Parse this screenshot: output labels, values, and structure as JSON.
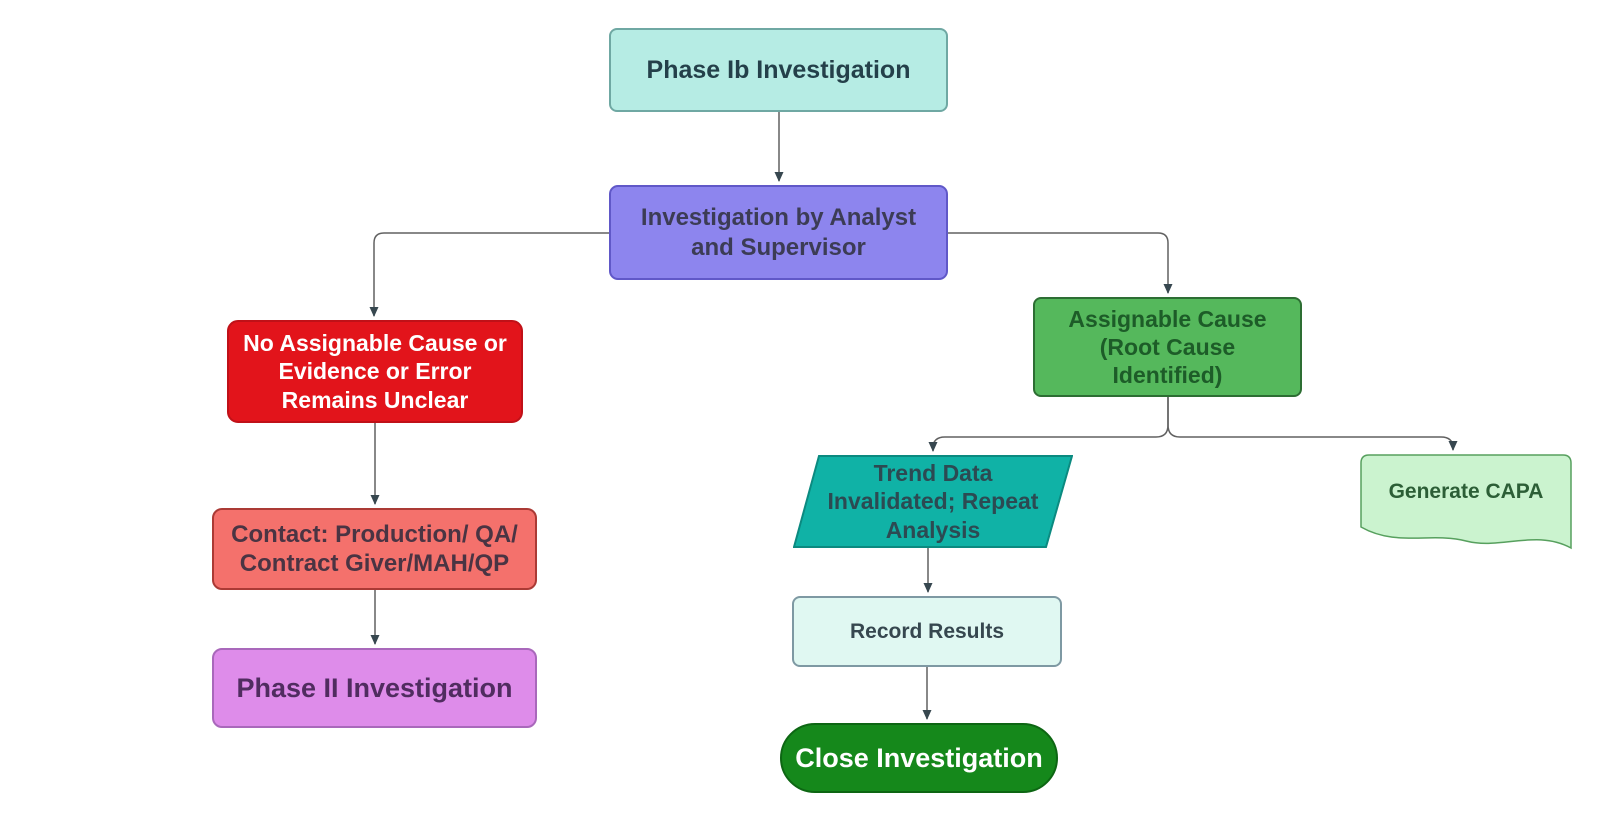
{
  "diagram": {
    "type": "flowchart",
    "background": "#ffffff",
    "connector_color": "#616161",
    "arrowhead_color": "#37474f",
    "nodes": {
      "phase_ib": {
        "label": "Phase Ib Investigation",
        "shape": "rectangle",
        "fill": "#b6ece4",
        "border": "#6fa8a3",
        "text": "#24404a"
      },
      "investigation": {
        "label": "Investigation by Analyst and Supervisor",
        "shape": "rectangle",
        "fill": "#8d85ee",
        "border": "#6058c8",
        "text": "#3c3c55"
      },
      "no_cause": {
        "label": "No Assignable Cause or Evidence or Error Remains Unclear",
        "shape": "rectangle",
        "fill": "#e2141b",
        "border": "#c01118",
        "text": "#ffffff"
      },
      "contact": {
        "label": "Contact: Production/ QA/ Contract Giver/MAH/QP",
        "shape": "rectangle",
        "fill": "#f4716c",
        "border": "#ab3a35",
        "text": "#4a3443"
      },
      "phase_ii": {
        "label": "Phase II Investigation",
        "shape": "rectangle",
        "fill": "#de8cea",
        "border": "#a968bb",
        "text": "#502c60"
      },
      "assignable": {
        "label": "Assignable Cause (Root Cause Identified)",
        "shape": "rectangle",
        "fill": "#55b85c",
        "border": "#2d6e33",
        "text": "#1d5c28"
      },
      "trend": {
        "label": "Trend Data Invalidated; Repeat Analysis",
        "shape": "parallelogram",
        "fill": "#10b2a6",
        "border": "#0b8a80",
        "text": "#2c4a52"
      },
      "capa": {
        "label": "Generate CAPA",
        "shape": "document",
        "fill": "#cbf3cf",
        "border": "#57a05e",
        "text": "#2c5e36"
      },
      "record": {
        "label": "Record Results",
        "shape": "rectangle",
        "fill": "#e0f8f2",
        "border": "#7e99a3",
        "text": "#36474f"
      },
      "close": {
        "label": "Close Investigation",
        "shape": "stadium",
        "fill": "#15881b",
        "border": "#0d6613",
        "text": "#ffffff"
      }
    },
    "edges": [
      {
        "from": "phase_ib",
        "to": "investigation"
      },
      {
        "from": "investigation",
        "to": "no_cause"
      },
      {
        "from": "investigation",
        "to": "assignable"
      },
      {
        "from": "no_cause",
        "to": "contact"
      },
      {
        "from": "contact",
        "to": "phase_ii"
      },
      {
        "from": "assignable",
        "to": "trend"
      },
      {
        "from": "assignable",
        "to": "capa"
      },
      {
        "from": "trend",
        "to": "record"
      },
      {
        "from": "record",
        "to": "close"
      }
    ]
  }
}
